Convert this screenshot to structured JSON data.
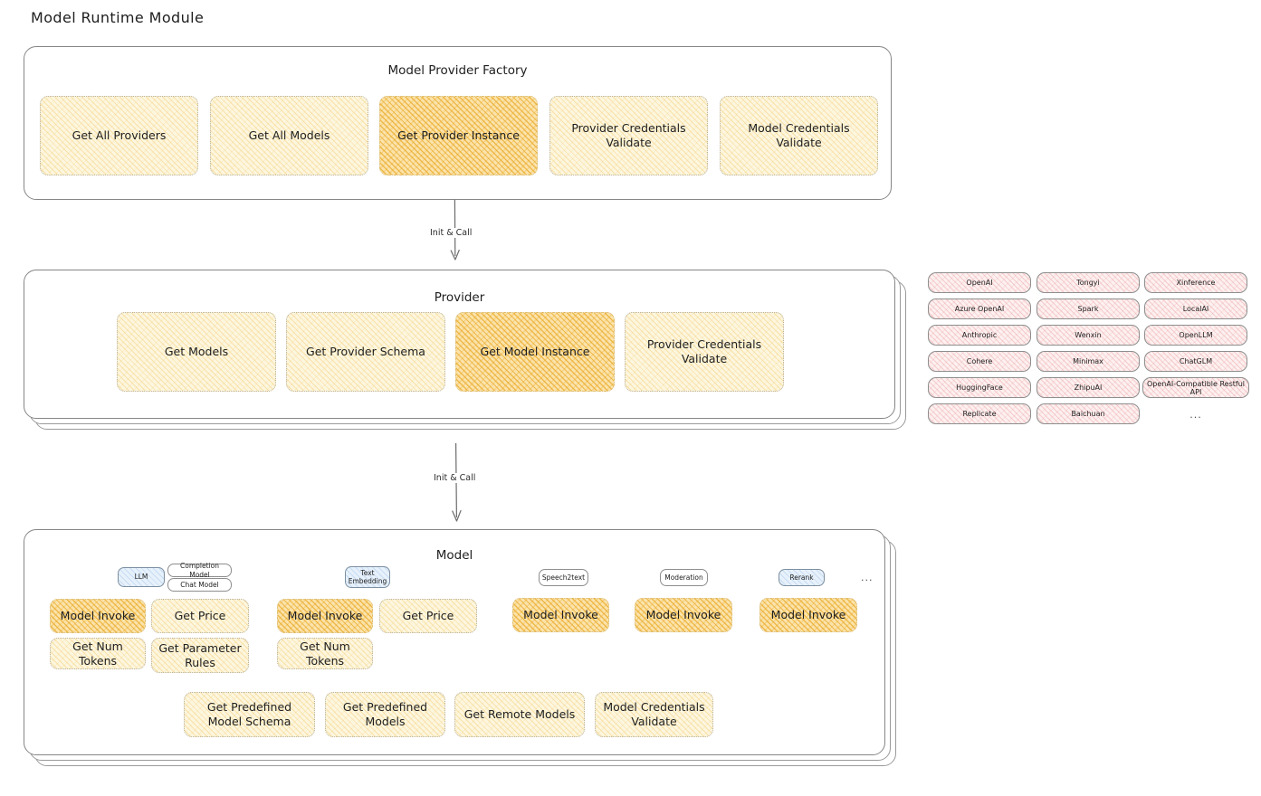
{
  "page": {
    "title": "Model Runtime Module"
  },
  "factory": {
    "title": "Model Provider Factory",
    "nodes": [
      {
        "label": "Get All Providers",
        "highlight": false
      },
      {
        "label": "Get All Models",
        "highlight": false
      },
      {
        "label": "Get Provider Instance",
        "highlight": true
      },
      {
        "label": "Provider Credentials Validate",
        "highlight": false
      },
      {
        "label": "Model Credentials Validate",
        "highlight": false
      }
    ]
  },
  "arrows": [
    {
      "label": "Init & Call"
    },
    {
      "label": "Init & Call"
    }
  ],
  "provider": {
    "title": "Provider",
    "nodes": [
      {
        "label": "Get Models",
        "highlight": false
      },
      {
        "label": "Get Provider Schema",
        "highlight": false
      },
      {
        "label": "Get Model Instance",
        "highlight": true
      },
      {
        "label": "Provider Credentials Validate",
        "highlight": false
      }
    ]
  },
  "provider_list": {
    "columns": [
      [
        "OpenAI",
        "Azure OpenAI",
        "Anthropic",
        "Cohere",
        "HuggingFace",
        "Replicate"
      ],
      [
        "Tongyi",
        "Spark",
        "Wenxin",
        "Minimax",
        "ZhipuAI",
        "Baichuan"
      ],
      [
        "Xinference",
        "LocalAI",
        "OpenLLM",
        "ChatGLM",
        "OpenAI-Compatible Restful API"
      ]
    ],
    "more": "..."
  },
  "model": {
    "title": "Model",
    "more": "...",
    "types": [
      {
        "badge": "LLM",
        "badge_blue": true,
        "tags": [
          "Completion Model",
          "Chat Model"
        ],
        "nodes": [
          {
            "label": "Model Invoke",
            "highlight": true
          },
          {
            "label": "Get Price",
            "highlight": false
          },
          {
            "label": "Get Num Tokens",
            "highlight": false
          },
          {
            "label": "Get Parameter Rules",
            "highlight": false
          }
        ]
      },
      {
        "badge": "Text Embedding",
        "badge_blue": true,
        "tags": [],
        "nodes": [
          {
            "label": "Model Invoke",
            "highlight": true
          },
          {
            "label": "Get Price",
            "highlight": false
          },
          {
            "label": "Get Num Tokens",
            "highlight": false
          }
        ]
      },
      {
        "badge": "Speech2text",
        "badge_blue": false,
        "tags": [],
        "nodes": [
          {
            "label": "Model Invoke",
            "highlight": true
          }
        ]
      },
      {
        "badge": "Moderation",
        "badge_blue": false,
        "tags": [],
        "nodes": [
          {
            "label": "Model Invoke",
            "highlight": true
          }
        ]
      },
      {
        "badge": "Rerank",
        "badge_blue": true,
        "tags": [],
        "nodes": [
          {
            "label": "Model Invoke",
            "highlight": true
          }
        ]
      }
    ],
    "common_nodes": [
      {
        "label": "Get Predefined Model Schema"
      },
      {
        "label": "Get Predefined Models"
      },
      {
        "label": "Get Remote Models"
      },
      {
        "label": "Model Credentials Validate"
      }
    ]
  },
  "colors": {
    "node_fill": "#fdf6df",
    "node_highlight_fill": "#fbe3ab",
    "chip_fill": "#fdf0f0",
    "badge_blue_fill": "#e7f1fb",
    "stroke": "#868686",
    "text": "#1e1e1e"
  }
}
